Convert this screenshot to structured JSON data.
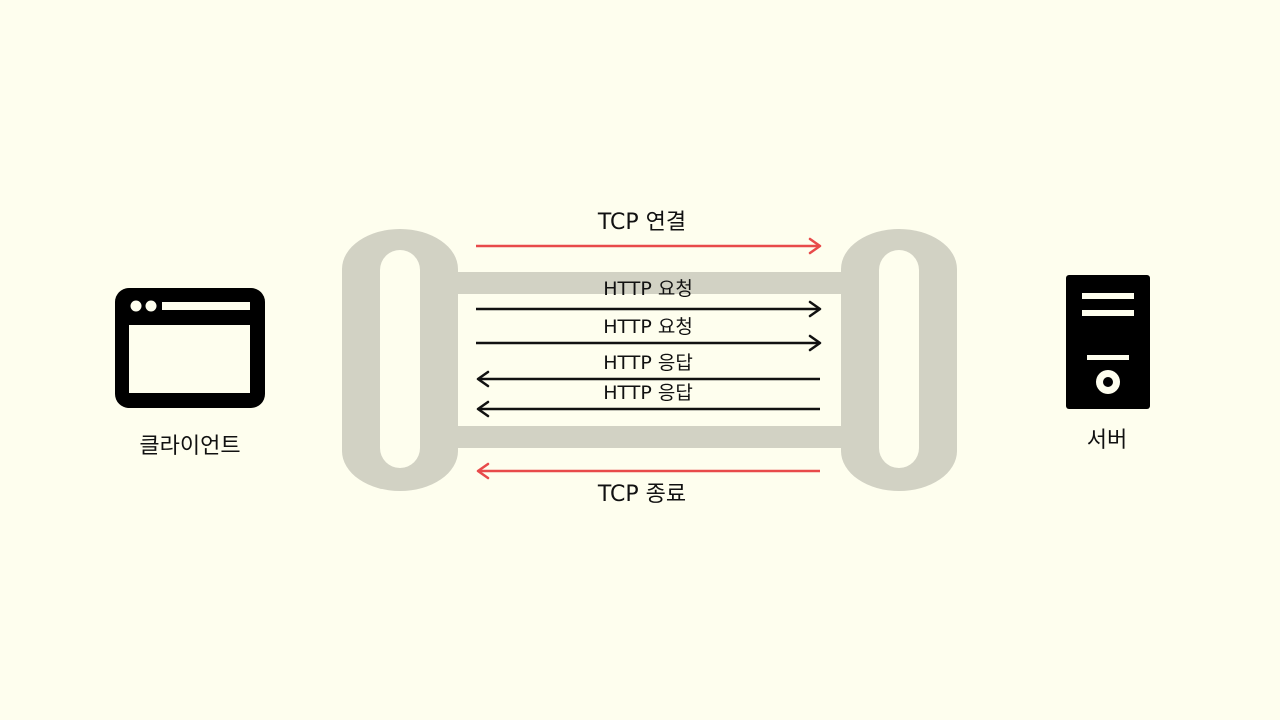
{
  "nodes": {
    "client": {
      "label": "클라이언트",
      "icon": "browser-window-icon"
    },
    "server": {
      "label": "서버",
      "icon": "server-tower-icon"
    }
  },
  "connection": {
    "open_label": "TCP 연결",
    "close_label": "TCP 종료",
    "messages": [
      {
        "label": "HTTP 요청",
        "direction": "client-to-server"
      },
      {
        "label": "HTTP 요청",
        "direction": "client-to-server"
      },
      {
        "label": "HTTP 응답",
        "direction": "server-to-client"
      },
      {
        "label": "HTTP 응답",
        "direction": "server-to-client"
      }
    ]
  },
  "colors": {
    "background": "#fefeee",
    "pipe": "#d2d2c4",
    "tcp_arrow": "#e84a4a",
    "http_arrow": "#111111",
    "icon": "#000000"
  }
}
